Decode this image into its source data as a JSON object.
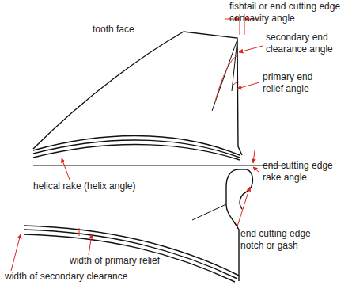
{
  "diagram": {
    "labels": [
      "fishtail or end cutting edge concavity angle",
      "tooth face",
      "secondary end clearance angle",
      "primary end relief angle",
      "end cutting edge rake angle",
      "helical rake (helix angle)",
      "end cutting edge notch or gash",
      "width of primary relief",
      "width of secondary clearance"
    ]
  }
}
